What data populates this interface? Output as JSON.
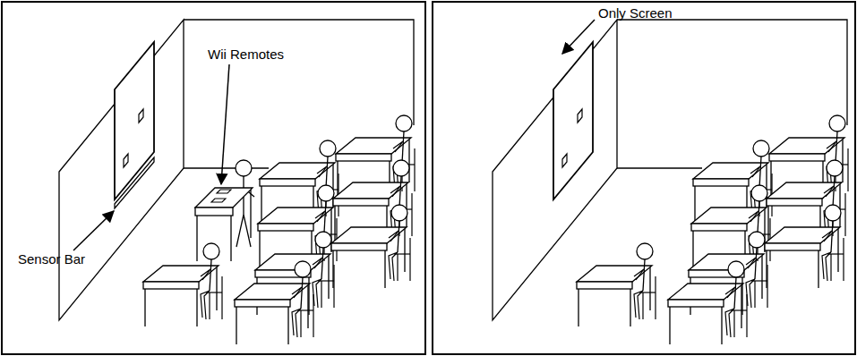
{
  "diagram": {
    "labels": [
      "Sensor Bar",
      "Wii Remotes",
      "Only Screen"
    ]
  }
}
